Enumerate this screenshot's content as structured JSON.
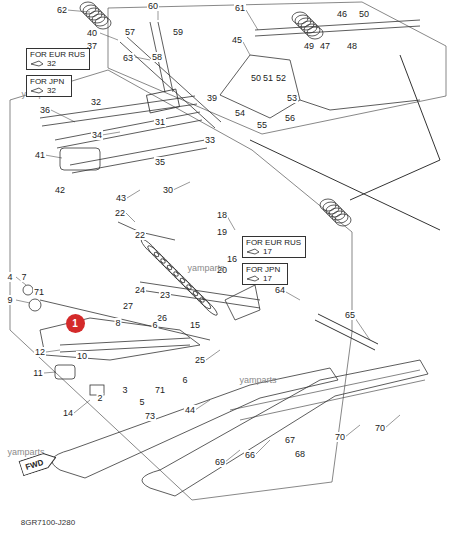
{
  "diagram": {
    "nodes": [
      {
        "text": [
          "FOR EUR RUS",
          "32"
        ]
      },
      {
        "text": [
          "FOR JPN",
          "32"
        ]
      },
      {
        "text": [
          "FOR EUR RUS",
          "17"
        ]
      },
      {
        "text": [
          "FOR JPN",
          "17"
        ]
      },
      {
        "text": [
          "1"
        ]
      },
      {
        "text": [
          "FWD"
        ]
      }
    ],
    "labels": [
      "62",
      "60",
      "59",
      "61",
      "46",
      "50",
      "47",
      "49",
      "48",
      "40",
      "37",
      "57",
      "63",
      "58",
      "45",
      "50",
      "51",
      "52",
      "53",
      "36",
      "32",
      "39",
      "54",
      "55",
      "56",
      "34",
      "31",
      "33",
      "35",
      "41",
      "42",
      "43",
      "30",
      "22",
      "22",
      "18",
      "19",
      "16",
      "20",
      "64",
      "65",
      "24",
      "23",
      "27",
      "26",
      "25",
      "15",
      "4",
      "7",
      "71",
      "9",
      "12",
      "8",
      "6",
      "10",
      "11",
      "14",
      "2",
      "3",
      "5",
      "71",
      "73",
      "44",
      "6",
      "69",
      "66",
      "67",
      "68",
      "70",
      "70",
      "8GR7100-J280",
      "yamparts",
      "yamparts",
      "yamparts",
      "yamparts"
    ]
  }
}
